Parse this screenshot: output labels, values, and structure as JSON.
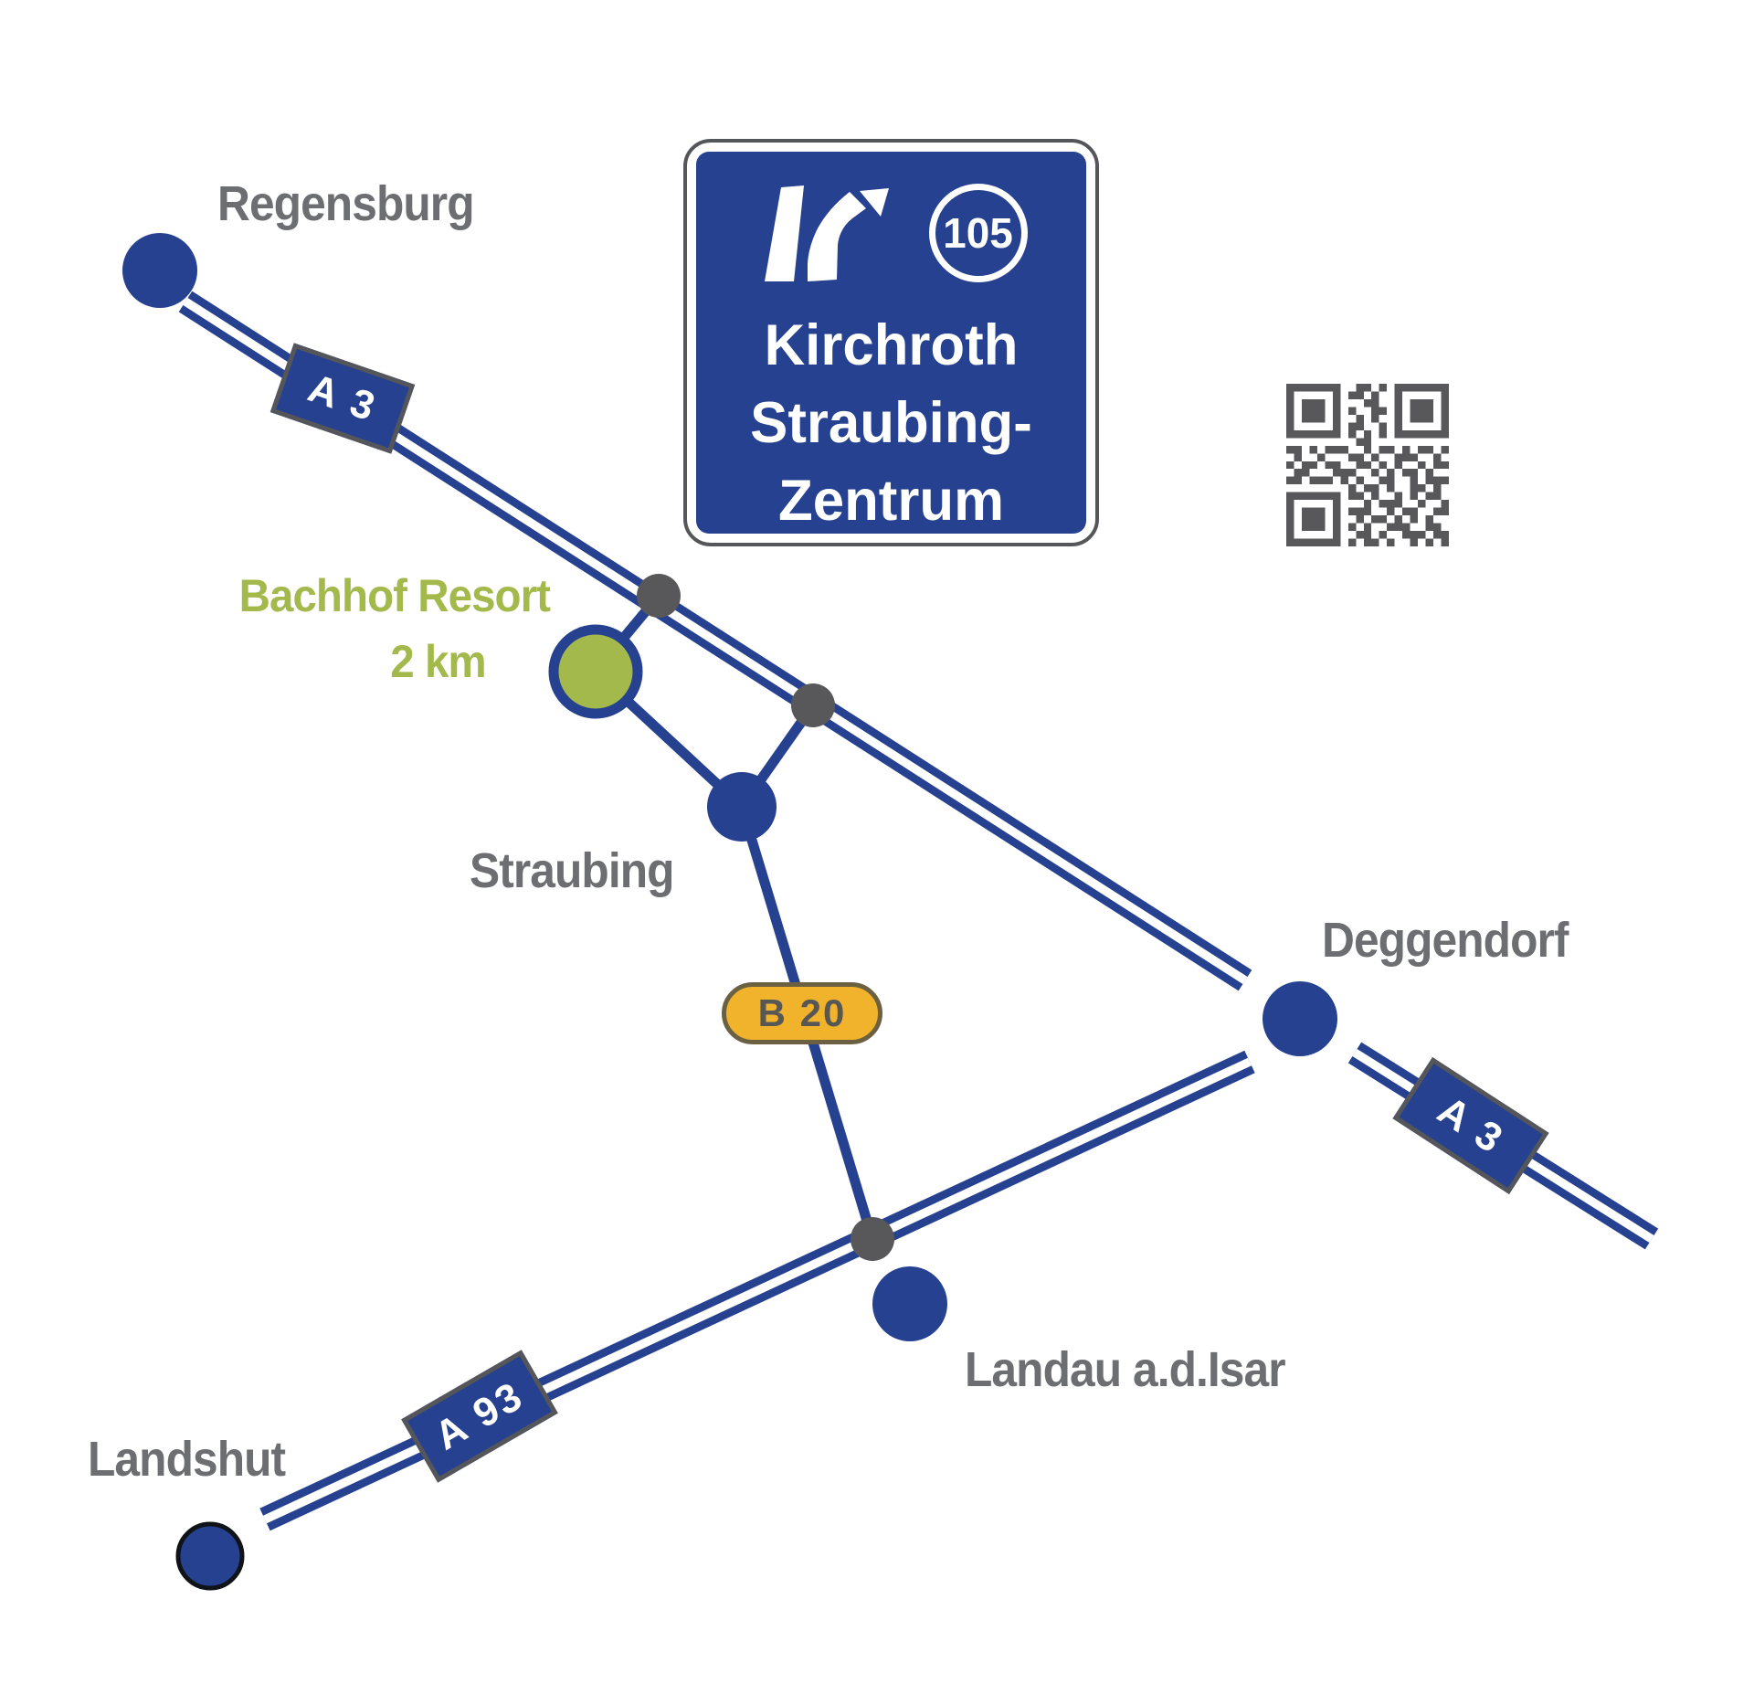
{
  "sign": {
    "exit_number": "105",
    "line1": "Kirchroth",
    "line2": "Straubing-",
    "line3": "Zentrum"
  },
  "cities": {
    "regensburg": "Regensburg",
    "straubing": "Straubing",
    "deggendorf": "Deggendorf",
    "landau": "Landau a.d.Isar",
    "landshut": "Landshut"
  },
  "resort": {
    "name": "Bachhof Resort",
    "distance": "2 km"
  },
  "badges": {
    "a3_nw": "A 3",
    "a3_se": "A 3",
    "a93": "A 93",
    "b20": "B 20"
  },
  "colors": {
    "road_blue": "#26418F",
    "resort_green": "#A3B94C",
    "b20_yellow": "#F1B32B",
    "junction_gray": "#58585A",
    "label_gray": "#6D6E71",
    "qr_gray": "#58585A",
    "sign_blue": "#26418F"
  },
  "qr": {
    "matrix": [
      "111111100110101111111",
      "100000101101001000001",
      "101110100011001011101",
      "101110101001101011101",
      "101110100101001011101",
      "100000101100101000001",
      "111111101010101111111",
      "000000000110000000000",
      "110101110010110101101",
      "010010001101001110010",
      "101101100110101001011",
      "011000111001010110100",
      "110111010100110010111",
      "000000001011010011010",
      "111111101101001010110",
      "100000100010111001001",
      "101110101110010110011",
      "101110100101101010100",
      "101110101010011100110",
      "100000100110100111011",
      "111111101011010010101"
    ]
  }
}
